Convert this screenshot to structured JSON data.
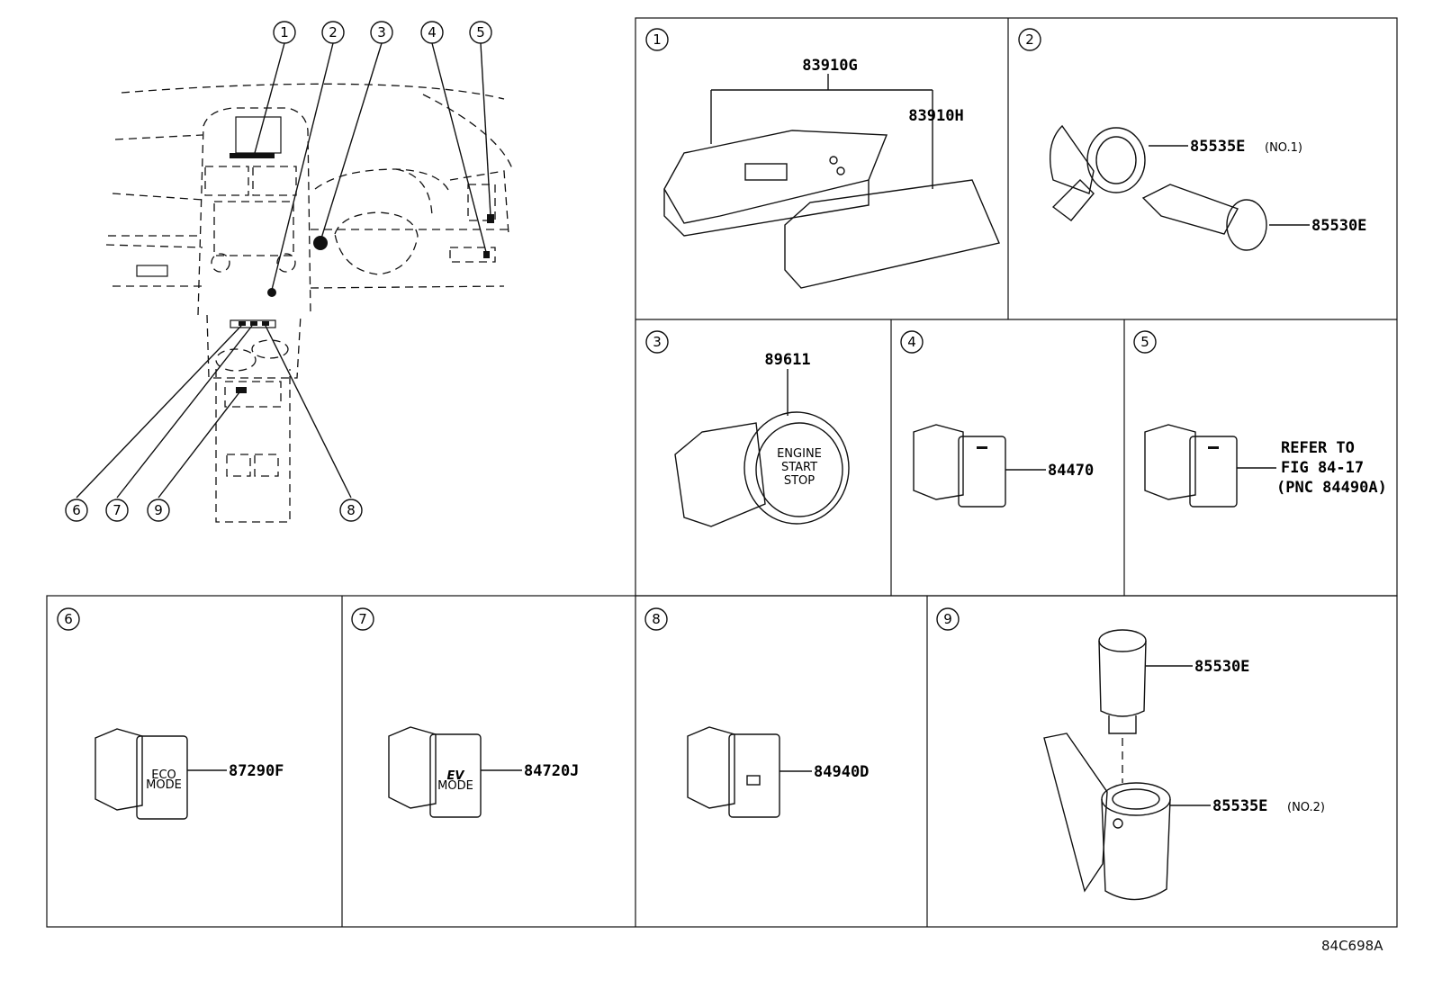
{
  "overview": {
    "callouts": [
      "1",
      "2",
      "3",
      "4",
      "5",
      "6",
      "7",
      "8",
      "9"
    ]
  },
  "panels": [
    {
      "num": "1",
      "parts": [
        "83910G",
        "83910H"
      ]
    },
    {
      "num": "2",
      "parts": [
        "85535E",
        "85530E"
      ],
      "note": "(NO.1)"
    },
    {
      "num": "3",
      "parts": [
        "89611"
      ],
      "text": [
        "ENGINE",
        "START",
        "STOP"
      ]
    },
    {
      "num": "4",
      "parts": [
        "84470"
      ]
    },
    {
      "num": "5",
      "refer": [
        "REFER TO",
        "FIG 84-17",
        "(PNC 84490A)"
      ]
    },
    {
      "num": "6",
      "parts": [
        "87290F"
      ],
      "text": [
        "ECO",
        "MODE"
      ]
    },
    {
      "num": "7",
      "parts": [
        "84720J"
      ],
      "text": [
        "EV",
        "MODE"
      ]
    },
    {
      "num": "8",
      "parts": [
        "84940D"
      ]
    },
    {
      "num": "9",
      "parts": [
        "85530E",
        "85535E"
      ],
      "note": "(NO.2)"
    }
  ],
  "diagram_code": "84C698A"
}
